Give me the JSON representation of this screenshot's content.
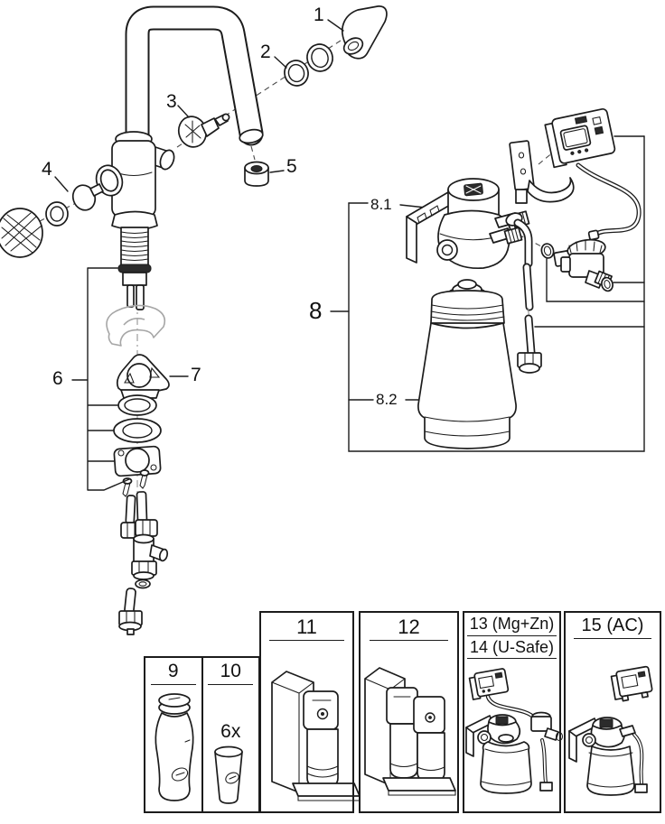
{
  "title": "Exploded parts diagram - kitchen faucet with water filter system",
  "colors": {
    "background": "#ffffff",
    "line": "#1c1c1c",
    "ghost": "#a6a6a6",
    "text": "#111111"
  },
  "callouts": {
    "c1": "1",
    "c2": "2",
    "c3": "3",
    "c4": "4",
    "c5": "5",
    "c6": "6",
    "c7": "7",
    "c8": "8",
    "c8_1": "8.1",
    "c8_2": "8.2"
  },
  "panels": {
    "p9": {
      "label": "9"
    },
    "p10": {
      "label": "10",
      "quantity": "6x"
    },
    "p11": {
      "label": "11"
    },
    "p12": {
      "label": "12"
    },
    "p13_14": {
      "label_13": "13 (Mg+Zn)",
      "label_14": "14 (U-Safe)"
    },
    "p15": {
      "label": "15 (AC)"
    }
  }
}
